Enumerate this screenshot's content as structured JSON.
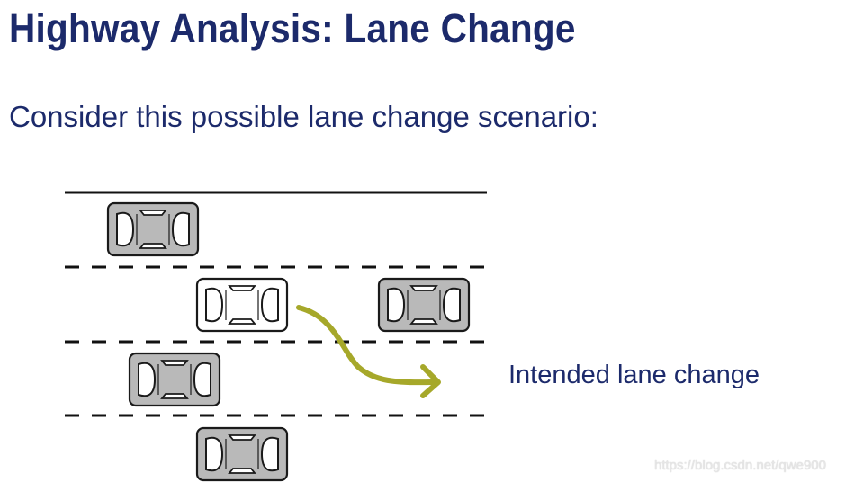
{
  "slide": {
    "title": "Highway Analysis: Lane Change",
    "subtitle": "Consider this possible lane change scenario:"
  },
  "diagram": {
    "annotation": "Intended lane change",
    "colors": {
      "title_text": "#1c2a6b",
      "lane_line": "#111111",
      "other_car_fill": "#b9b9b9",
      "ego_car_fill": "#ffffff",
      "arrow": "#a6a82a"
    }
  },
  "watermark": "https://blog.csdn.net/qwe900"
}
